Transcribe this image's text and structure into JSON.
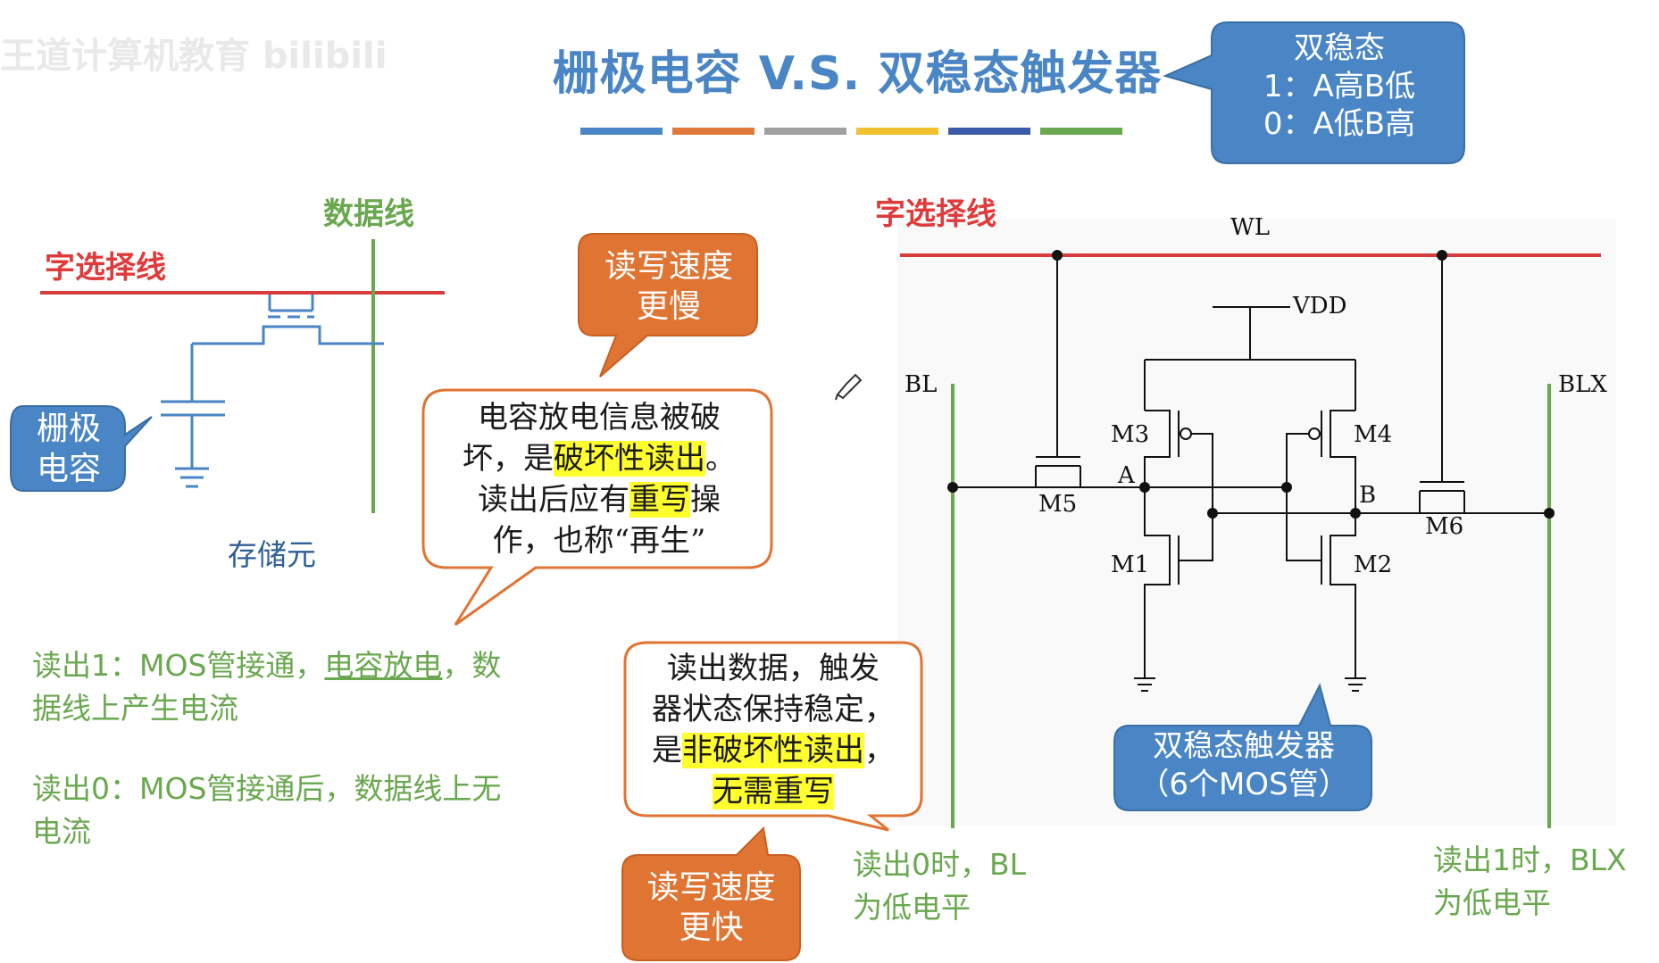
{
  "watermark": "王道计算机教育 bilibili",
  "title": "栅极电容 V.S. 双稳态触发器",
  "color_bar": [
    "#4a86c5",
    "#e0793a",
    "#a0a0a0",
    "#f2c12e",
    "#3d5aa8",
    "#6aa84f"
  ],
  "top_callout": {
    "line1": "双稳态",
    "line2": "1：A高B低",
    "line3": "0：A低B高"
  },
  "left": {
    "word_line_label": "字选择线",
    "data_line_label": "数据线",
    "gate_cap_label_1": "栅极",
    "gate_cap_label_2": "电容",
    "storage_label": "存储元",
    "slow_callout_1": "读写速度",
    "slow_callout_2": "更慢",
    "bubble": {
      "l1": "电容放电信息被破",
      "l2a": "坏，是",
      "l2b": "破坏性读出",
      "l2c": "。",
      "l3a": "读出后应有",
      "l3b": "重写",
      "l3c": "操",
      "l4": "作，也称“再生”"
    },
    "read1_a": "读出1：MOS管接通，",
    "read1_b": "电容放电",
    "read1_c": "，数",
    "read1_d": "据线上产生电流",
    "read0_a": "读出0：MOS管接通后，数据线上无",
    "read0_b": "电流"
  },
  "right": {
    "word_line_label": "字选择线",
    "wl": "WL",
    "vdd": "VDD",
    "bl": "BL",
    "blx": "BLX",
    "m1": "M1",
    "m2": "M2",
    "m3": "M3",
    "m4": "M4",
    "m5": "M5",
    "m6": "M6",
    "a": "A",
    "b": "B",
    "flipflop_callout_1": "双稳态触发器",
    "flipflop_callout_2": "（6个MOS管）",
    "bubble": {
      "l1": "读出数据，触发",
      "l2": "器状态保持稳定，",
      "l3a": "是",
      "l3b": "非破坏性读出",
      "l3c": "，",
      "l4": "无需重写"
    },
    "fast_callout_1": "读写速度",
    "fast_callout_2": "更快",
    "read0_1": "读出0时，BL",
    "read0_2": "为低电平",
    "read1_1": "读出1时，BLX",
    "read1_2": "为低电平"
  }
}
